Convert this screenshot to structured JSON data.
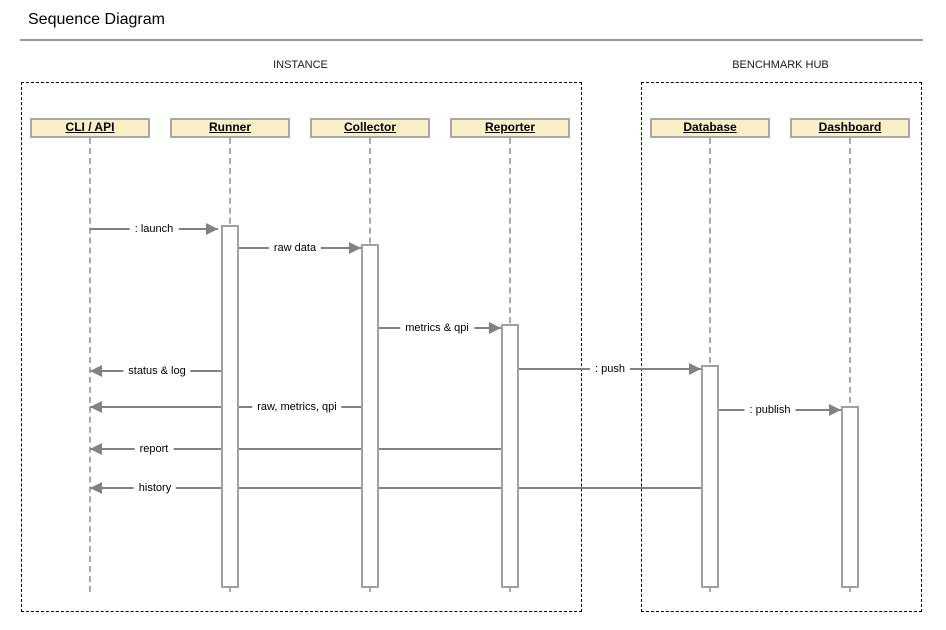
{
  "title": "Sequence Diagram",
  "colors": {
    "participant_fill": "#FAF0C8",
    "participant_border": "#A8A8A8",
    "message_gray": "#828282",
    "lifeline_gray": "#A9A9A9",
    "frame_border": "#000000",
    "title_rule": "#989898"
  },
  "frames": [
    {
      "label": "INSTANCE"
    },
    {
      "label": "BENCHMARK HUB"
    }
  ],
  "participants": [
    {
      "label": "CLI / API",
      "frame": "INSTANCE"
    },
    {
      "label": "Runner",
      "frame": "INSTANCE"
    },
    {
      "label": "Collector",
      "frame": "INSTANCE"
    },
    {
      "label": "Reporter",
      "frame": "INSTANCE"
    },
    {
      "label": "Database",
      "frame": "BENCHMARK HUB"
    },
    {
      "label": "Dashboard",
      "frame": "BENCHMARK HUB"
    }
  ],
  "messages": [
    {
      "label": ": launch",
      "from": "CLI / API",
      "to": "Runner",
      "direction": "right"
    },
    {
      "label": "raw data",
      "from": "Runner",
      "to": "Collector",
      "direction": "right"
    },
    {
      "label": "metrics & qpi",
      "from": "Collector",
      "to": "Reporter",
      "direction": "right"
    },
    {
      "label": ": push",
      "from": "Reporter",
      "to": "Database",
      "direction": "right"
    },
    {
      "label": "status & log",
      "from": "Runner",
      "to": "CLI / API",
      "direction": "left"
    },
    {
      "label": "raw, metrics, qpi",
      "from": "Collector",
      "to": "CLI / API",
      "direction": "left"
    },
    {
      "label": ": publish",
      "from": "Database",
      "to": "Dashboard",
      "direction": "right"
    },
    {
      "label": "report",
      "from": "Reporter",
      "to": "CLI / API",
      "direction": "left"
    },
    {
      "label": "history",
      "from": "Database",
      "to": "CLI / API",
      "direction": "left"
    }
  ]
}
